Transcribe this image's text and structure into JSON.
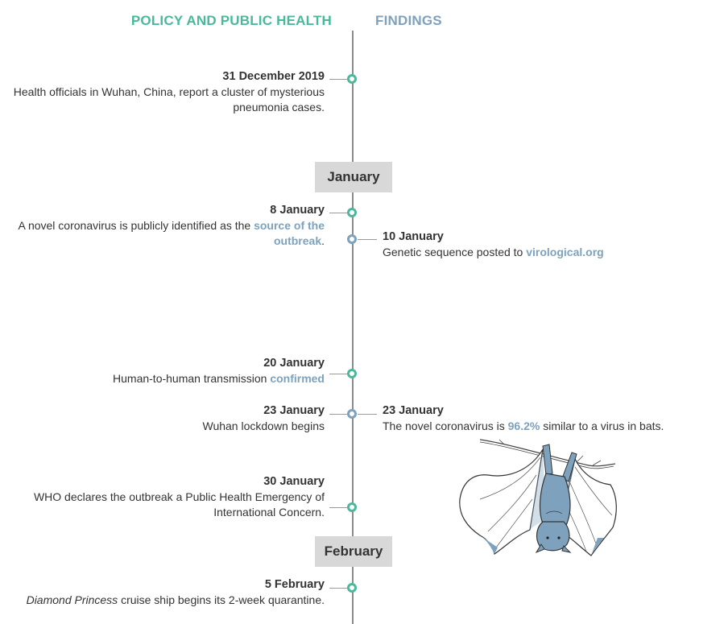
{
  "headers": {
    "policy": "POLICY AND PUBLIC HEALTH",
    "findings": "FINDINGS"
  },
  "months": {
    "january": "January",
    "february": "February"
  },
  "events": {
    "dec31": {
      "date": "31 December 2019",
      "desc": "Health officials in Wuhan, China, report a cluster of mysterious pneumonia cases."
    },
    "jan8": {
      "date": "8 January",
      "desc_pre": "A novel coronavirus is publicly identified as the ",
      "link": "source of the outbreak",
      "desc_post": "."
    },
    "jan10": {
      "date": "10 January",
      "desc_pre": "Genetic sequence posted to ",
      "link": "virological.org"
    },
    "jan20": {
      "date": "20 January",
      "desc_pre": "Human-to-human transmission ",
      "link": "confirmed"
    },
    "jan23_policy": {
      "date": "23 January",
      "desc": "Wuhan lockdown begins"
    },
    "jan23_finding": {
      "date": "23 January",
      "desc_pre": "The novel coronavirus is ",
      "link": "96.2%",
      "desc_post": " similar to a virus in bats."
    },
    "jan30": {
      "date": "30 January",
      "desc": "WHO declares the outbreak a Public Health Emergency of International Concern."
    },
    "feb5": {
      "date": "5 February",
      "desc_italic": "Diamond Princess",
      "desc_post": " cruise ship begins its 2-week quarantine."
    }
  },
  "colors": {
    "policy": "#4ab99b",
    "findings": "#7ea2bd",
    "bat": "#7ea2bd"
  },
  "illustration": "hanging-bat"
}
